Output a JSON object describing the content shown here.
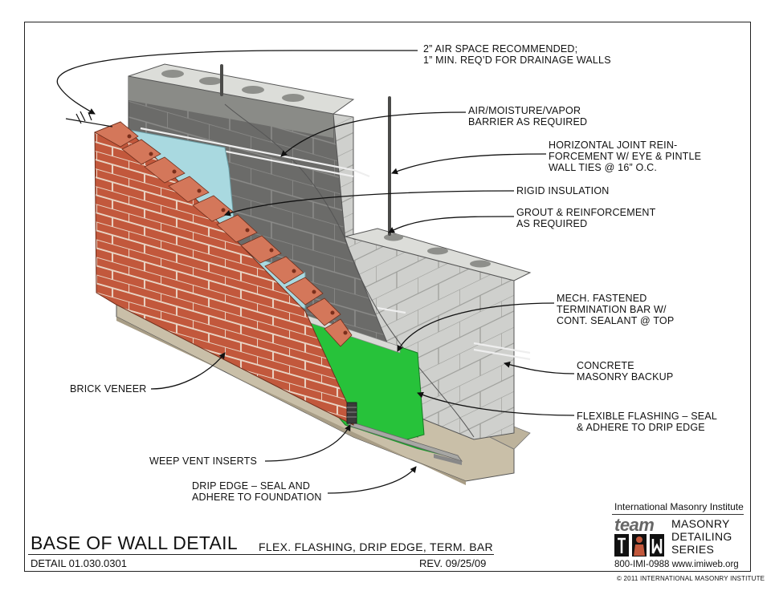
{
  "callouts": {
    "air_space": [
      "2” AIR SPACE RECOMMENDED;",
      "1” MIN. REQ’D FOR DRAINAGE WALLS"
    ],
    "barrier": [
      "AIR/MOISTURE/VAPOR",
      "BARRIER AS REQUIRED"
    ],
    "joint_reinforcement": [
      "HORIZONTAL JOINT REIN-",
      "FORCEMENT W/ EYE & PINTLE",
      "WALL TIES @ 16” O.C."
    ],
    "rigid_insulation": [
      "RIGID INSULATION"
    ],
    "grout": [
      "GROUT & REINFORCEMENT",
      "AS REQUIRED"
    ],
    "termination_bar": [
      "MECH. FASTENED",
      "TERMINATION BAR W/",
      "CONT. SEALANT @ TOP"
    ],
    "cmu_backup": [
      "CONCRETE",
      "MASONRY BACKUP"
    ],
    "flashing": [
      "FLEXIBLE FLASHING – SEAL",
      "& ADHERE TO DRIP EDGE"
    ],
    "brick_veneer": [
      "BRICK VENEER"
    ],
    "weep_vents": [
      "WEEP VENT INSERTS"
    ],
    "drip_edge": [
      "DRIP EDGE – SEAL AND",
      "ADHERE TO FOUNDATION"
    ]
  },
  "title_block": {
    "title": "BASE OF WALL DETAIL",
    "subtitle": "FLEX. FLASHING, DRIP EDGE, TERM. BAR",
    "detail_number": "DETAIL 01.030.0301",
    "revision": "REV. 09/25/09"
  },
  "logo": {
    "organization": "International Masonry Institute",
    "team_word": "team",
    "series_lines": [
      "MASONRY",
      "DETAILING",
      "SERIES"
    ],
    "contact": "800-IMI-0988  www.imiweb.org",
    "copyright": "© 2011 INTERNATIONAL MASONRY INSTITUTE"
  },
  "colors": {
    "brick": "#c2583c",
    "cmu": "#c9cac7",
    "cmu_dark": "#6c6c6a",
    "insulation": "#a9d9e0",
    "flashing": "#27c23a",
    "foundation": "#c5bba4",
    "drip_edge": "#a7a7a4"
  }
}
